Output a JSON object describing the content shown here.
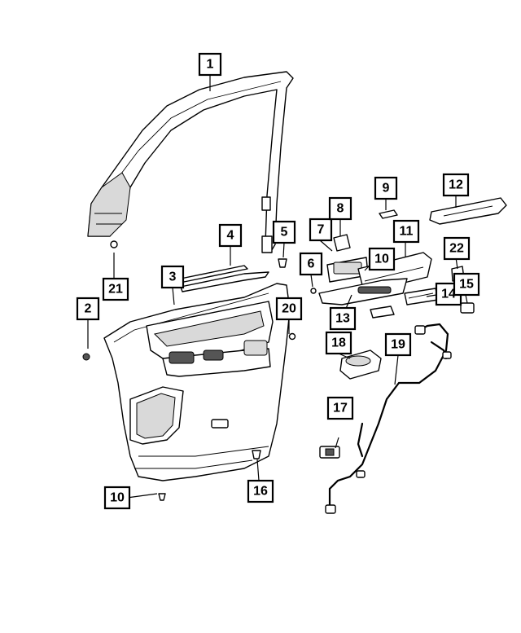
{
  "callouts": {
    "c1": "1",
    "c2": "2",
    "c3": "3",
    "c4": "4",
    "c5": "5",
    "c6": "6",
    "c7": "7",
    "c8": "8",
    "c9": "9",
    "c10a": "10",
    "c10b": "10",
    "c11": "11",
    "c12": "12",
    "c13": "13",
    "c14": "14",
    "c15": "15",
    "c16": "16",
    "c17": "17",
    "c18": "18",
    "c19": "19",
    "c20": "20",
    "c21": "21",
    "c22": "22"
  }
}
